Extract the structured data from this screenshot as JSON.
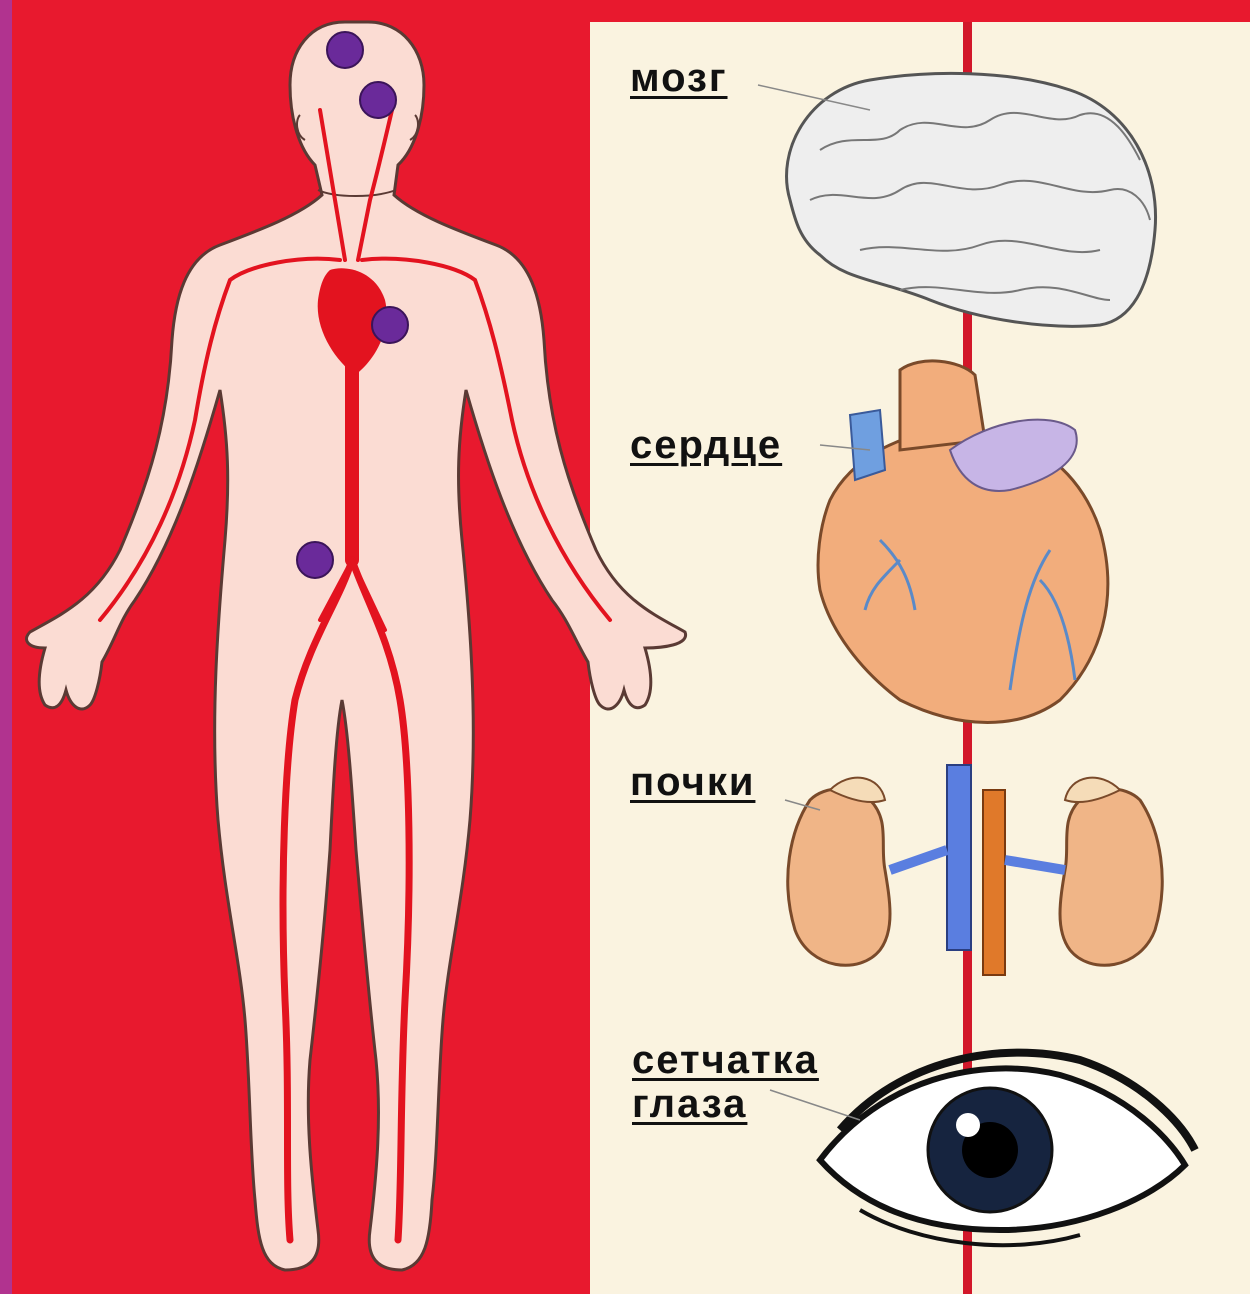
{
  "organs": {
    "brain": "мозг",
    "heart": "сердце",
    "kidneys": "почки",
    "retina_line1": "сетчатка",
    "retina_line2": "глаза"
  },
  "colors": {
    "background_red": "#e8192e",
    "panel_cream": "#faf3e0",
    "body_skin": "#fbdcd3",
    "artery_red": "#e3131f",
    "marker_purple": "#6a2a9a"
  }
}
